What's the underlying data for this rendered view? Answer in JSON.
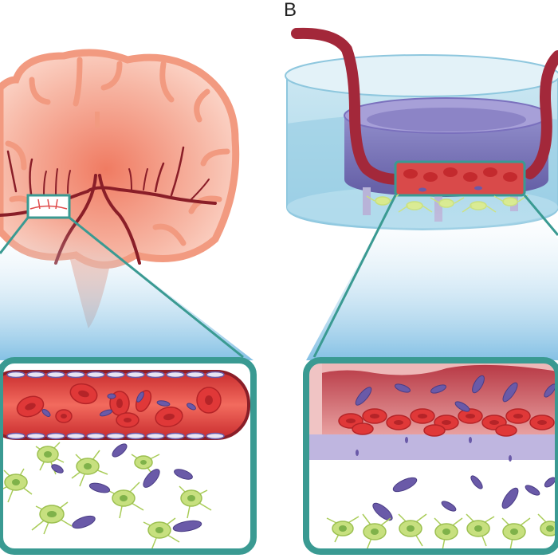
{
  "panel_b_label": "B",
  "colors": {
    "brain": "#ee8a72",
    "brain_outline": "#f29a80",
    "vessel": "#8a1e28",
    "blood": "#d93a3a",
    "rbc": "#e03838",
    "rbc_center": "#b52428",
    "microbe": "#6a5aa8",
    "glia": "#b9d770",
    "glia_nucleus": "#7fb24a",
    "teal_frame": "#3a9a92",
    "water": "#9ed2e6",
    "insert": "#6f6ab8",
    "tubing": "#a3283a"
  },
  "icons": [
    "brain-coronal-section",
    "blood-vessel",
    "red-blood-cell",
    "microbe",
    "glial-cell",
    "transwell-insert",
    "perfusion-tubing"
  ]
}
